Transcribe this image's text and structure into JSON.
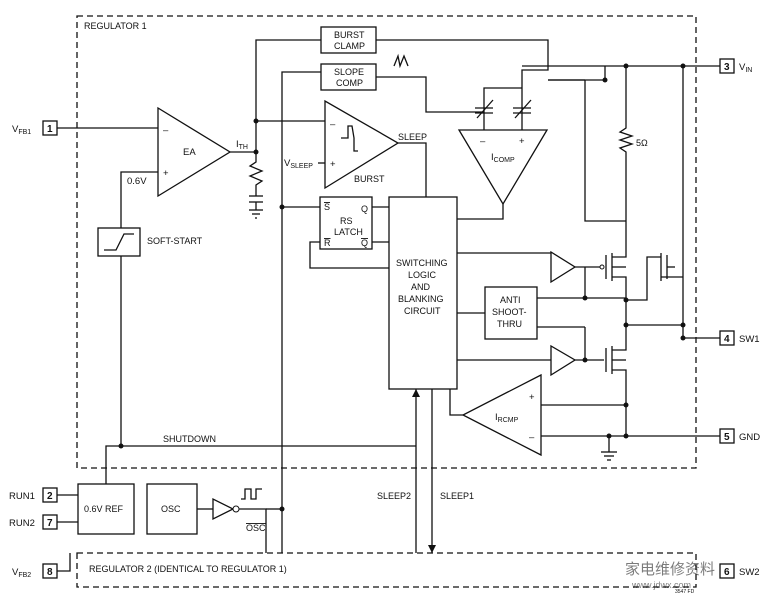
{
  "regulator1": {
    "title": "REGULATOR 1"
  },
  "regulator2": {
    "title": "REGULATOR 2 (IDENTICAL TO REGULATOR 1)"
  },
  "pins": {
    "vfb1": {
      "number": "1",
      "label": "V",
      "sub": "FB1"
    },
    "vin": {
      "number": "3",
      "label": "V",
      "sub": "IN"
    },
    "sw1": {
      "number": "4",
      "label": "SW1"
    },
    "gnd": {
      "number": "5",
      "label": "GND"
    },
    "run1": {
      "number": "2",
      "label": "RUN1"
    },
    "run2": {
      "number": "7",
      "label": "RUN2"
    },
    "vfb2": {
      "number": "8",
      "label": "V",
      "sub": "FB2"
    },
    "sw2": {
      "number": "6",
      "label": "SW2"
    }
  },
  "blocks": {
    "burst_clamp": [
      "BURST",
      "CLAMP"
    ],
    "slope_comp": [
      "SLOPE",
      "COMP"
    ],
    "ea": "EA",
    "ith": {
      "main": "I",
      "sub": "TH"
    },
    "burst": "BURST",
    "sleep": "SLEEP",
    "vsleep": {
      "main": "V",
      "sub": "SLEEP"
    },
    "icomp": {
      "main": "I",
      "sub": "COMP"
    },
    "irres": "5Ω",
    "ref_06v": "0.6V",
    "soft_start": "SOFT-START",
    "rs_latch": {
      "s": "S",
      "q": "Q",
      "r": "R",
      "qbar": "Q",
      "name": [
        "RS",
        "LATCH"
      ]
    },
    "switching_logic": [
      "SWITCHING",
      "LOGIC",
      "AND",
      "BLANKING",
      "CIRCUIT"
    ],
    "anti_shoot": [
      "ANTI",
      "SHOOT-",
      "THRU"
    ],
    "ircmp": {
      "main": "I",
      "sub": "RCMP"
    },
    "shutdown": "SHUTDOWN",
    "ref_box": "0.6V REF",
    "osc": "OSC",
    "osc_out": "OSC",
    "sleep2": "SLEEP2",
    "sleep1": "SLEEP1",
    "plus": "+",
    "minus": "–"
  },
  "figure_id": "3547 FD",
  "watermark": {
    "cn": "家电维修资料",
    "url": "www.jdwx.com"
  }
}
